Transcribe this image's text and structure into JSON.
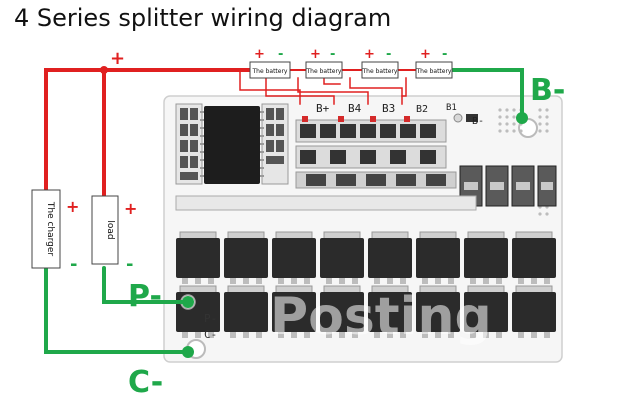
{
  "title": "4 Series splitter wiring diagram",
  "batteries": [
    {
      "label": "The battery",
      "plus": "+",
      "minus": "-"
    },
    {
      "label": "The battery",
      "plus": "+",
      "minus": "-"
    },
    {
      "label": "The battery",
      "plus": "+",
      "minus": "-"
    },
    {
      "label": "The battery",
      "plus": "+",
      "minus": "-"
    }
  ],
  "charger": {
    "label": "The charger",
    "plus": "+",
    "minus": "-"
  },
  "load": {
    "label": "load",
    "plus": "+",
    "minus": "-"
  },
  "top_plus": "+",
  "pads": {
    "bplus": "B+",
    "b4": "B4",
    "b3": "B3",
    "b2": "B2",
    "b1": "B1",
    "bminus": "B-"
  },
  "big_labels": {
    "b_minus": "B-",
    "p_minus": "P-",
    "c_minus": "C-"
  },
  "board_labels": {
    "p": "P-",
    "c": "C-"
  },
  "watermark": "Posting",
  "colors": {
    "positive_wire": "#e02020",
    "negative_wire": "#1fa84a",
    "board": "#f4f4f4",
    "mosfet": "#2b2b2b",
    "chip": "#1d1d1d"
  }
}
